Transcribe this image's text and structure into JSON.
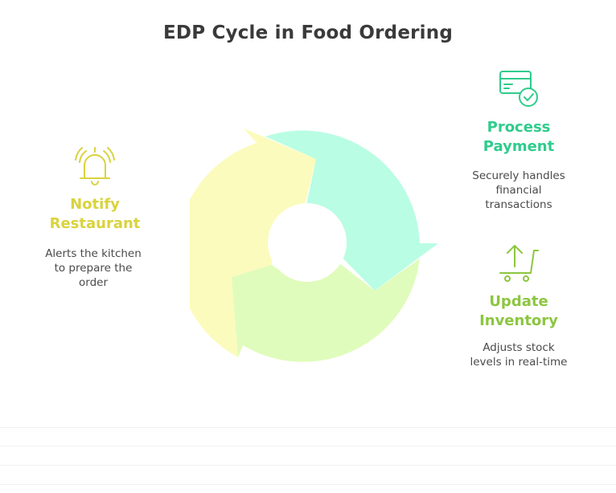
{
  "title": "EDP Cycle in Food Ordering",
  "colors": {
    "notify": "#d9d33e",
    "payment": "#2fcc8c",
    "inventory": "#8cc63f",
    "arrow_yellow": "#fbfbbd",
    "arrow_mint": "#b9fde4",
    "arrow_lime": "#e0fcbc"
  },
  "steps": {
    "payment": {
      "icon": "credit-card-check-icon",
      "title_line1": "Process",
      "title_line2": "Payment",
      "desc_line1": "Securely handles",
      "desc_line2": "financial",
      "desc_line3": "transactions"
    },
    "inventory": {
      "icon": "cart-upload-icon",
      "title_line1": "Update",
      "title_line2": "Inventory",
      "desc_line1": "Adjusts stock",
      "desc_line2": "levels in real-time"
    },
    "notify": {
      "icon": "bell-alert-icon",
      "title_line1": "Notify",
      "title_line2": "Restaurant",
      "desc_line1": "Alerts the kitchen",
      "desc_line2": "to prepare the",
      "desc_line3": "order"
    }
  }
}
